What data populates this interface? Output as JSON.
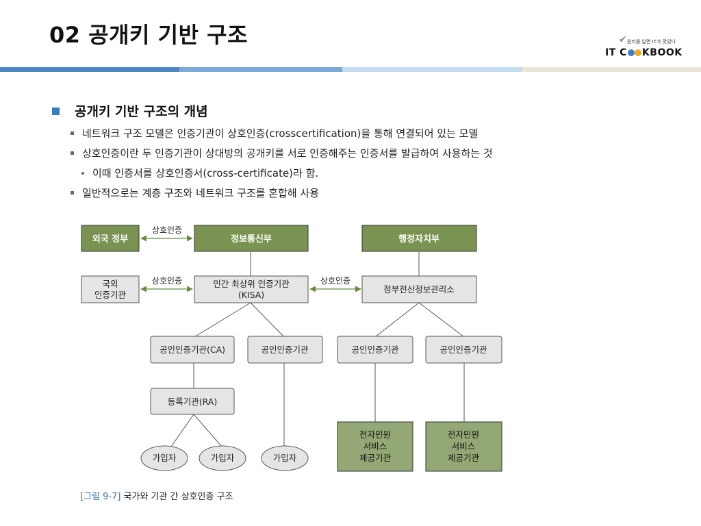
{
  "slide": {
    "title": "02 공개키 기반 구조"
  },
  "logo": {
    "tagline": "원리를 알면 IT가 맛있다",
    "brand_prefix": "IT C",
    "brand_suffix": "KBOOK"
  },
  "colors": {
    "bar1": "#4f87c6",
    "bar2": "#7ba9d9",
    "bar3": "#c4daf0",
    "bar4": "#e8e4d6",
    "green_box": "#7a9353",
    "gray_box": "#e5e5e5",
    "arrow": "#6b8c3f"
  },
  "content": {
    "heading": "공개키 기반 구조의 개념",
    "bullets": [
      "네트워크 구조 모델은 인증기관이 상호인증(crosscertification)을 통해 연결되어 있는 모델",
      "상호인증이란 두 인증기관이 상대방의 공개키를 서로 인증해주는 인증서를 발급하여 사용하는 것",
      "이때 인증서를 상호인증서(cross-certificate)라 함.",
      "일반적으로는 계층 구조와 네트워크 구조를 혼합해 사용"
    ]
  },
  "diagram": {
    "foreign_gov": "외국 정부",
    "mic": "정보통신부",
    "mogaha": "행정자치부",
    "foreign_ca": [
      "국외",
      "인증기관"
    ],
    "kisa": [
      "민간 최상위 인증기관",
      "(KISA)"
    ],
    "gov_center": "정부전산정보관리소",
    "ca1": "공인인증기관(CA)",
    "ca2": "공인인증기관",
    "ca3": "공인인증기관",
    "ca4": "공인인증기관",
    "ra": "등록기관(RA)",
    "subscriber": "가입자",
    "eservice": [
      "전자민원",
      "서비스",
      "제공기관"
    ],
    "cross_label": "상호인증"
  },
  "caption": {
    "ref": "[그림 9-7]",
    "text": "국가와 기관 간 상호인증 구조"
  }
}
